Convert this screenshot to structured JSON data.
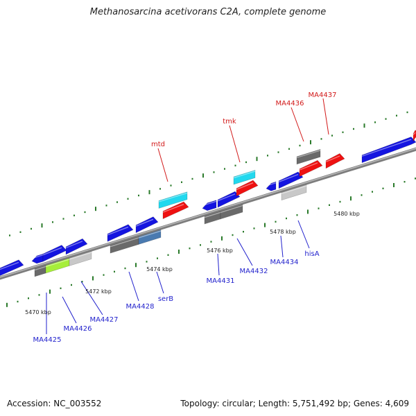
{
  "title": "Methanosarcina acetivorans C2A, complete genome",
  "accession": "Accession: NC_003552",
  "summary": "Topology: circular; Length: 5,751,492 bp; Genes: 4,609",
  "colors": {
    "backbone": "#8c8c8c",
    "dots": "#2a7a2a",
    "forward": "#1414e0",
    "reverse": "#1414e0",
    "red": "#ee1111",
    "cyan": "#22d8ee",
    "steel": "#4a7ab0",
    "gray": "#6a6a6a",
    "lightgray": "#c8c8c8",
    "green": "#a6ee3a"
  },
  "ticks": [
    {
      "label": "5470 kbp"
    },
    {
      "label": "5472 kbp"
    },
    {
      "label": "5474 kbp"
    },
    {
      "label": "5476 kbp"
    },
    {
      "label": "5478 kbp"
    },
    {
      "label": "5480 kbp"
    }
  ],
  "gene_labels_blue": [
    "MA4425",
    "MA4426",
    "MA4427",
    "MA4428",
    "serB",
    "MA4431",
    "MA4432",
    "MA4434",
    "hisA"
  ],
  "gene_labels_red": [
    "mtd",
    "tmk",
    "MA4436",
    "MA4437"
  ]
}
